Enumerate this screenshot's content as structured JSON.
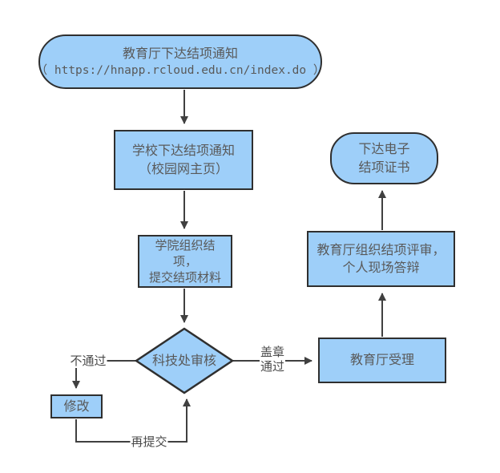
{
  "colors": {
    "node_fill": "#9ECFF9",
    "node_border": "#2f2f2f",
    "line_color": "#404040",
    "text_color": "#595959",
    "background": "#ffffff"
  },
  "diagram_type": "flowchart",
  "nodes": {
    "edu_notice": {
      "shape": "stadium",
      "line1": "教育厅下达结项通知",
      "line2": "（ https://hnapp.rcloud.edu.cn/index.do ）"
    },
    "school_notice": {
      "shape": "rect",
      "line1": "学校下达结项通知",
      "line2": "（校园网主页）"
    },
    "college_organize": {
      "shape": "rect",
      "line1": "学院组织结",
      "line2": "项，",
      "line3": "提交结项材料"
    },
    "sci_tech_review": {
      "shape": "diamond",
      "line1": "科技处审核"
    },
    "modify": {
      "shape": "rect",
      "line1": "修改"
    },
    "edu_accept": {
      "shape": "rect",
      "line1": "教育厅受理"
    },
    "edu_review": {
      "shape": "rect",
      "line1": "教育厅组织结项评审，",
      "line2": "个人现场答辩"
    },
    "cert": {
      "shape": "stadium",
      "line1": "下达电子",
      "line2": "结项证书"
    }
  },
  "edge_labels": {
    "fail": "不通过",
    "resubmit": "再提交",
    "pass_line1": "盖章",
    "pass_line2": "通过"
  },
  "edges": [
    {
      "from": "edu_notice",
      "to": "school_notice",
      "label": ""
    },
    {
      "from": "school_notice",
      "to": "college_organize",
      "label": ""
    },
    {
      "from": "college_organize",
      "to": "sci_tech_review",
      "label": ""
    },
    {
      "from": "sci_tech_review",
      "to": "modify",
      "label": "不通过"
    },
    {
      "from": "modify",
      "to": "sci_tech_review",
      "label": "再提交"
    },
    {
      "from": "sci_tech_review",
      "to": "edu_accept",
      "label": "盖章通过"
    },
    {
      "from": "edu_accept",
      "to": "edu_review",
      "label": ""
    },
    {
      "from": "edu_review",
      "to": "cert",
      "label": ""
    }
  ]
}
